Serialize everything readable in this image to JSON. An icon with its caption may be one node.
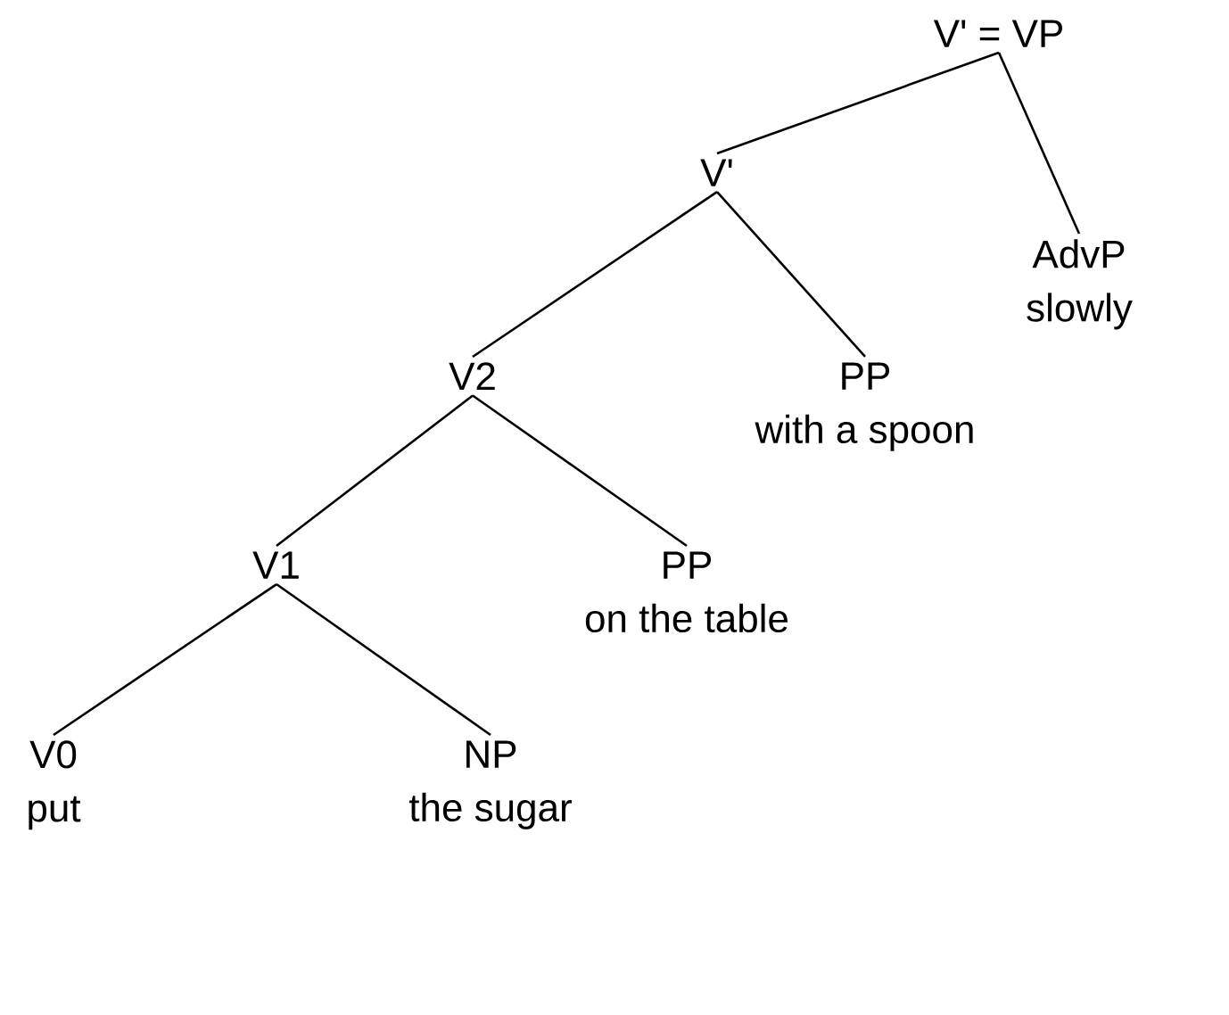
{
  "diagram": {
    "nodes": [
      {
        "text": [
          "V' = VP"
        ]
      },
      {
        "text": [
          "V'"
        ]
      },
      {
        "text": [
          "AdvP",
          "slowly"
        ]
      },
      {
        "text": [
          "V2"
        ]
      },
      {
        "text": [
          "PP",
          "with a spoon"
        ]
      },
      {
        "text": [
          "V1"
        ]
      },
      {
        "text": [
          "PP",
          "on the table"
        ]
      },
      {
        "text": [
          "V0",
          "put"
        ]
      },
      {
        "text": [
          "NP",
          "the sugar"
        ]
      }
    ],
    "edges": [
      {
        "from": 0,
        "to": 1,
        "arrow": "none"
      },
      {
        "from": 0,
        "to": 2,
        "arrow": "none"
      },
      {
        "from": 1,
        "to": 3,
        "arrow": "none"
      },
      {
        "from": 1,
        "to": 4,
        "arrow": "none"
      },
      {
        "from": 3,
        "to": 5,
        "arrow": "none"
      },
      {
        "from": 3,
        "to": 6,
        "arrow": "none"
      },
      {
        "from": 5,
        "to": 7,
        "arrow": "none"
      },
      {
        "from": 5,
        "to": 8,
        "arrow": "none"
      }
    ]
  }
}
